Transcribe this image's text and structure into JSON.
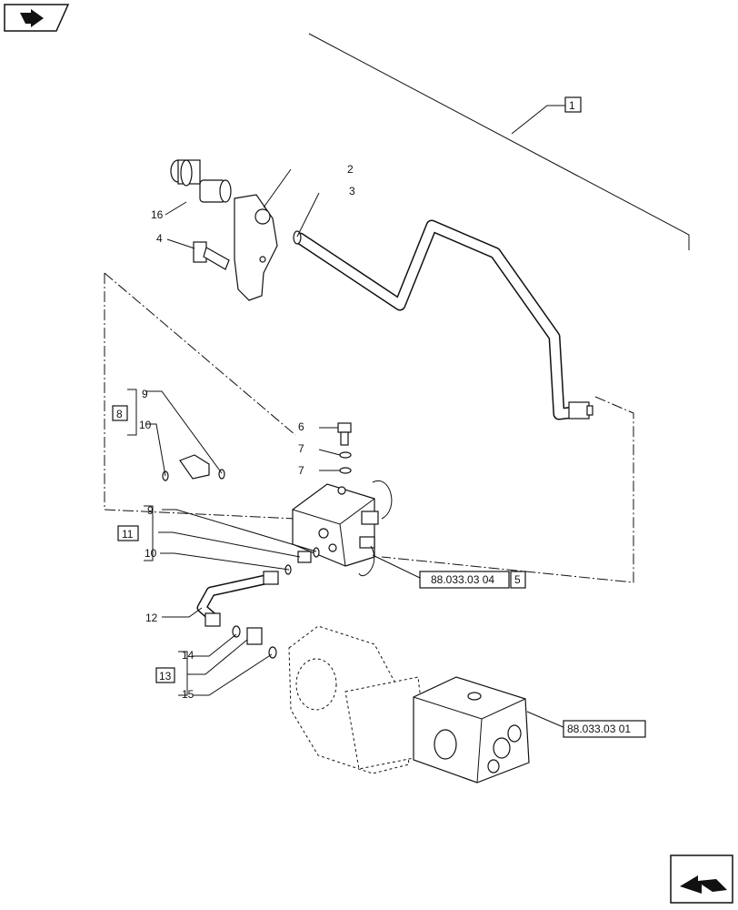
{
  "labels": {
    "l1": "1",
    "l2": "2",
    "l3": "3",
    "l4": "4",
    "l5": "5",
    "l6": "6",
    "l7a": "7",
    "l7b": "7",
    "l8": "8",
    "l9a": "9",
    "l9b": "9",
    "l10a": "10",
    "l10b": "10",
    "l11": "11",
    "l12": "12",
    "l13": "13",
    "l14": "14",
    "l15": "15",
    "l16": "16"
  },
  "references": {
    "valve_block": "88.033.03 04",
    "valve_assembly": "88.033.03 01"
  },
  "icons": {
    "top_left": "arrow-icon",
    "bottom_right": "next-page-icon"
  },
  "colors": {
    "line": "#111111",
    "background": "#ffffff"
  }
}
